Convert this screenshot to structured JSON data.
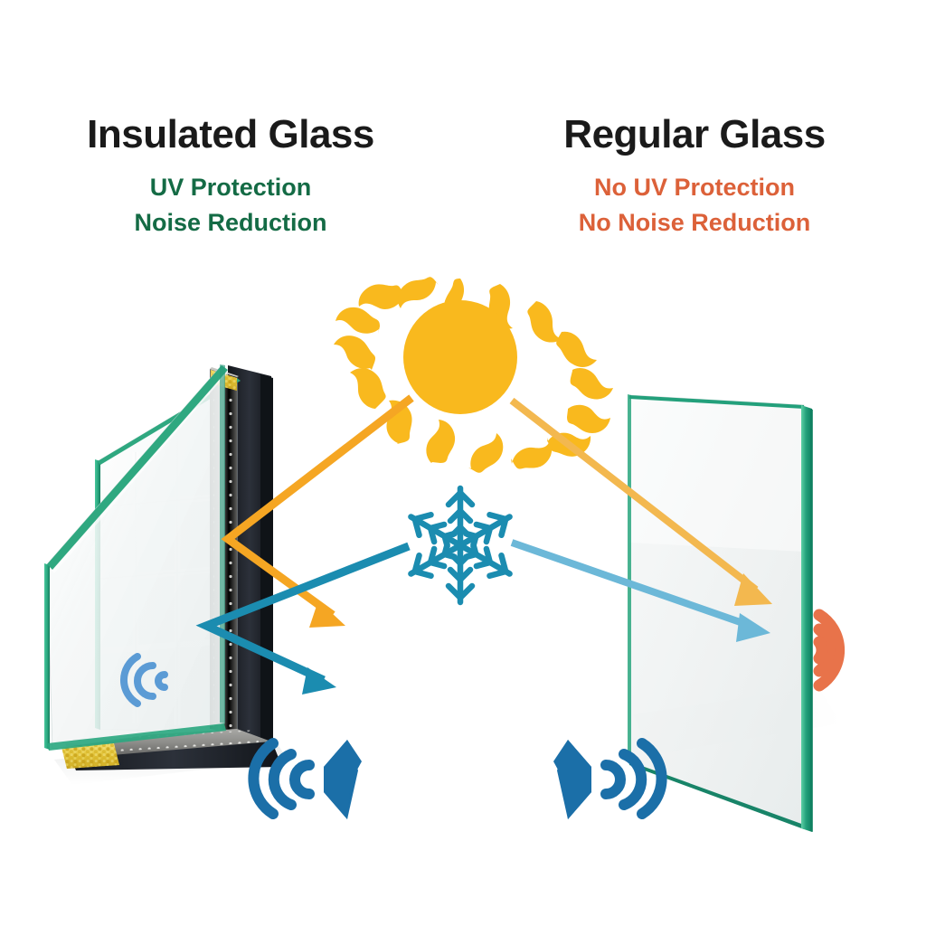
{
  "page": {
    "background": "#ffffff",
    "kind": "comparison-infographic"
  },
  "columns": [
    {
      "id": "insulated",
      "title": "Insulated Glass",
      "benefits": [
        "UV Protection",
        "Noise Reduction"
      ],
      "benefit_color": "#146B45",
      "title_color": "#1a1a1a"
    },
    {
      "id": "regular",
      "title": "Regular Glass",
      "benefits": [
        "No UV Protection",
        "No Noise Reduction"
      ],
      "benefit_color": "#DC6139",
      "title_color": "#1a1a1a"
    }
  ],
  "icons": {
    "sun": {
      "name": "sun-icon",
      "color": "#F9B91E",
      "meaning": "solar / UV radiation source"
    },
    "snowflake": {
      "name": "snowflake-icon",
      "color": "#1B8CB0",
      "meaning": "cold / heat transfer"
    },
    "speaker_left": {
      "name": "speaker-icon",
      "color": "#1B6FA8",
      "meaning": "incoming noise at insulated glass"
    },
    "speaker_right": {
      "name": "speaker-icon",
      "color": "#1B6FA8",
      "meaning": "incoming noise at regular glass"
    },
    "muted_wave_inside": {
      "name": "sound-wave-icon",
      "color": "#5B9BD5",
      "meaning": "noise attenuated inside insulated glass"
    },
    "loud_wave_through": {
      "name": "sound-wave-icon",
      "color": "#E8734A",
      "meaning": "noise passes through regular glass"
    }
  },
  "rays": {
    "uv_reflected": {
      "name": "uv-ray-reflected",
      "color": "#F5A623",
      "behavior": "reflects off insulated glass"
    },
    "heat_reflected": {
      "name": "heat-ray-reflected",
      "color": "#1B8CB0",
      "behavior": "reflects off insulated glass"
    },
    "uv_transmitted": {
      "name": "uv-ray-transmitted",
      "color": "#F0B košC",
      "behavior": "passes through regular glass"
    },
    "heat_transmitted": {
      "name": "heat-ray-transmitted",
      "color": "#6CB8D8",
      "behavior": "passes through regular glass"
    }
  },
  "glass": {
    "insulated": {
      "name": "insulated-glass-unit",
      "edge_color": "#2FA880",
      "spacer_color": "#8A8A88",
      "desiccant_color": "#E8C33B",
      "sealant_color": "#20242A",
      "panes": 2
    },
    "regular": {
      "name": "regular-glass-pane",
      "edge_color": "#1E9E79",
      "face_color": "#F0F2F2",
      "panes": 1
    }
  }
}
